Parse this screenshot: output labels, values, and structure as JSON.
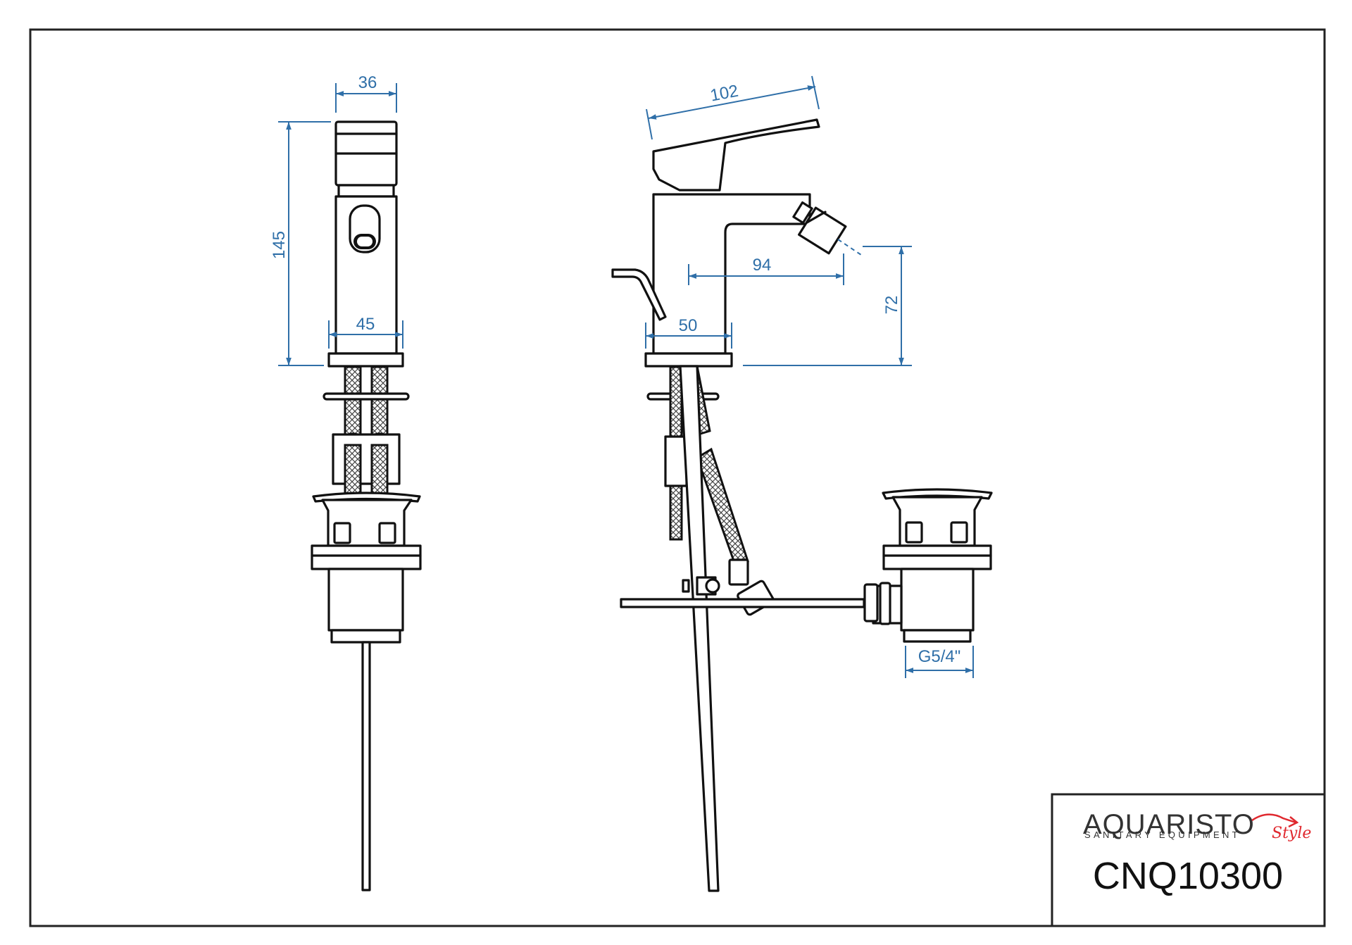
{
  "drawing": {
    "dimensions": {
      "top_width": "36",
      "height": "145",
      "base_width": "45",
      "lever_length": "102",
      "spout_reach": "94",
      "spout_height": "72",
      "side_base_width": "50",
      "waste_thread": "G5/4\""
    }
  },
  "title_block": {
    "brand_main": "AQUARISTO",
    "brand_sub": "SANITARY EQUIPMENT",
    "brand_style": "Style",
    "product_code": "CNQ10300"
  },
  "colors": {
    "dimension": "#2f6fa8",
    "outline": "#111111",
    "brand_accent": "#e0282e"
  }
}
